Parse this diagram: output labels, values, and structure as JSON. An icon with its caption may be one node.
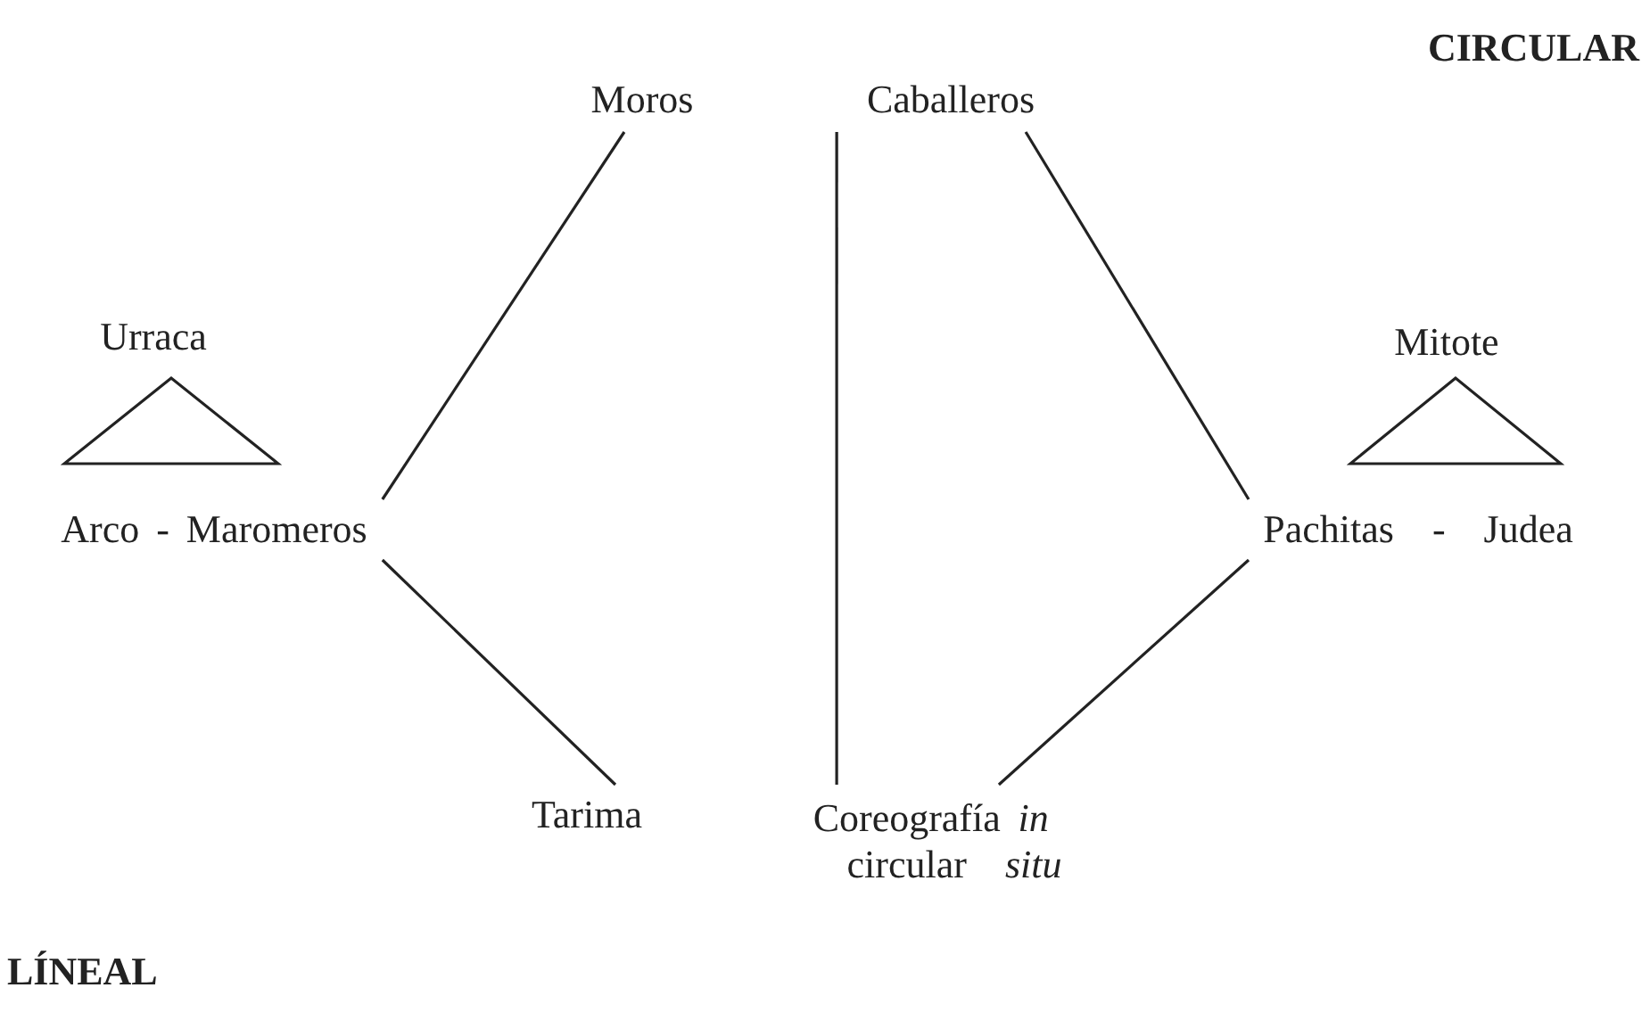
{
  "diagram": {
    "nodes": [
      {
        "text": [
          "Moros"
        ]
      },
      {
        "text": [
          "Caballeros"
        ]
      },
      {
        "text": [
          "Urraca"
        ]
      },
      {
        "text": [
          "Mitote"
        ]
      },
      {
        "text": [],
        "shape": "triangle"
      },
      {
        "text": [],
        "shape": "triangle"
      },
      {
        "text": [
          "Arco - Maromeros"
        ]
      },
      {
        "text": [
          "Pachitas - Judea"
        ]
      },
      {
        "text": [
          "Tarima"
        ]
      },
      {
        "text": [
          "Coreografía circular *in situ*"
        ]
      }
    ],
    "edges": [
      {
        "from": 0,
        "to": 6,
        "arrow": "none"
      },
      {
        "from": 1,
        "to": 9,
        "arrow": "none"
      },
      {
        "from": 1,
        "to": 7,
        "arrow": "none"
      },
      {
        "from": 6,
        "to": 8,
        "arrow": "none"
      },
      {
        "from": 7,
        "to": 9,
        "arrow": "none"
      }
    ],
    "labels": [
      "CIRCULAR",
      "LÍNEAL"
    ]
  }
}
